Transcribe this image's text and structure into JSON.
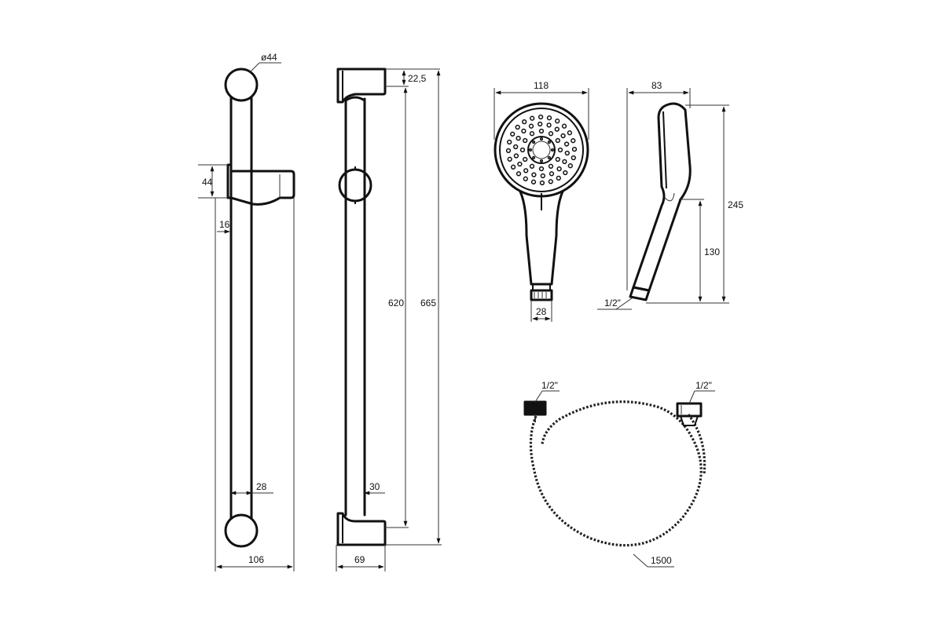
{
  "colors": {
    "line": "#111111",
    "background": "#ffffff"
  },
  "dimensions": {
    "bar_round_diameter": "ø44",
    "bar_slider_height": "44",
    "bar_offset": "16",
    "bar_tube_width": "28",
    "bar_total_width": "106",
    "bracket_height": "22,5",
    "bar_length": "620",
    "bar_total_length": "665",
    "bracket_tube": "30",
    "bracket_depth": "69",
    "head_diameter": "118",
    "head_connector": "28",
    "side_depth": "83",
    "side_height": "245",
    "side_handle": "130",
    "side_thread": "1/2\"",
    "hose_thread_left": "1/2\"",
    "hose_thread_right": "1/2\"",
    "hose_length": "1500"
  }
}
